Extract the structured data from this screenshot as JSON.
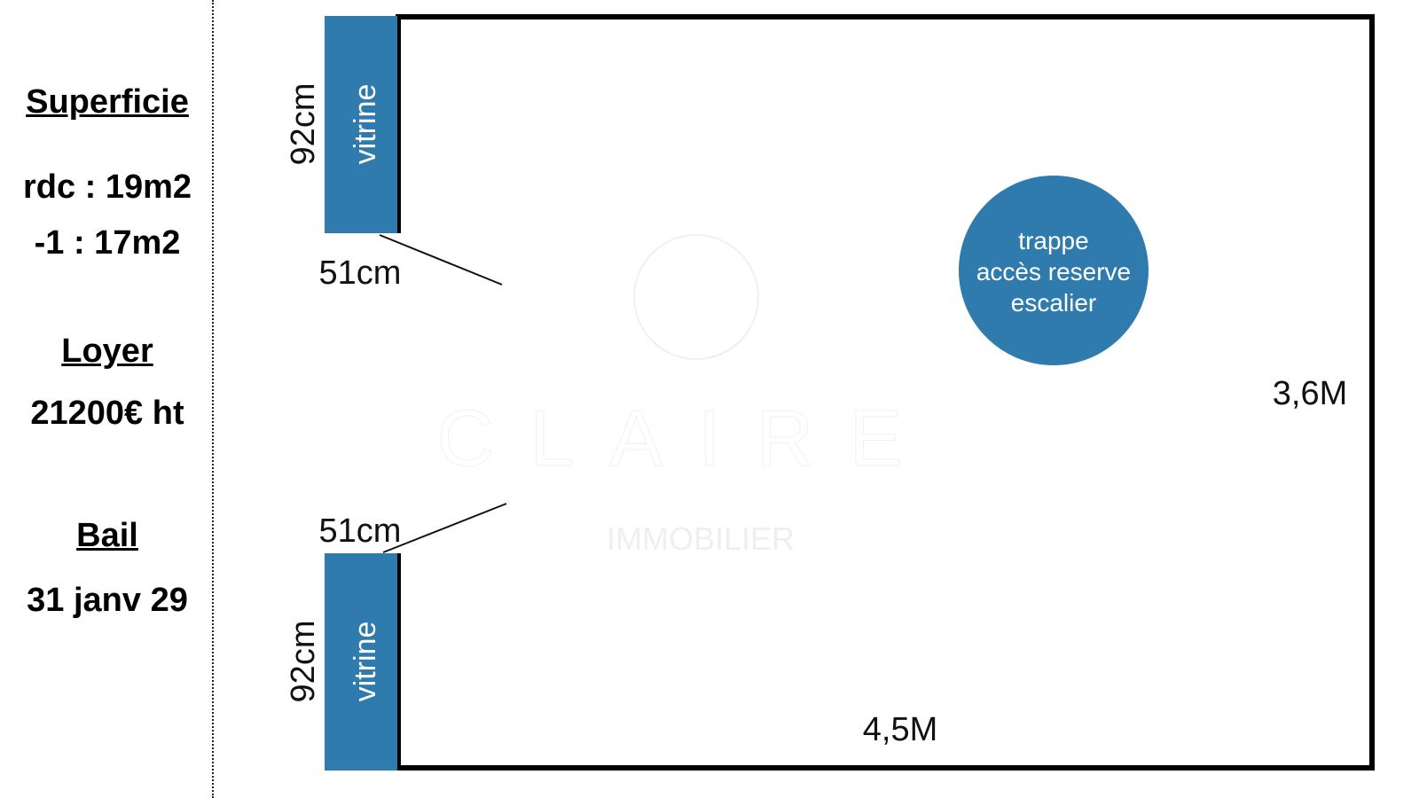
{
  "sidebar": {
    "surface_heading": "Superficie",
    "surface_rdc": "rdc : 19m2",
    "surface_basement": "-1 : 17m2",
    "rent_heading": "Loyer",
    "rent_value": "21200€ ht",
    "lease_heading": "Bail",
    "lease_value": "31 janv 29"
  },
  "plan": {
    "vitrine_top_label": "vitrine",
    "vitrine_top_height": "92cm",
    "vitrine_top_opening": "51cm",
    "vitrine_bottom_label": "vitrine",
    "vitrine_bottom_height": "92cm",
    "vitrine_bottom_opening": "51cm",
    "hatch_line1": "trappe",
    "hatch_line2": "accès reserve",
    "hatch_line3": "escalier",
    "depth": "3,6M",
    "width": "4,5M"
  },
  "watermark": {
    "brand": "CLAIRE",
    "sub": "IMMOBILIER"
  },
  "colors": {
    "vitrine": "#2f7bad",
    "wall": "#000000"
  }
}
